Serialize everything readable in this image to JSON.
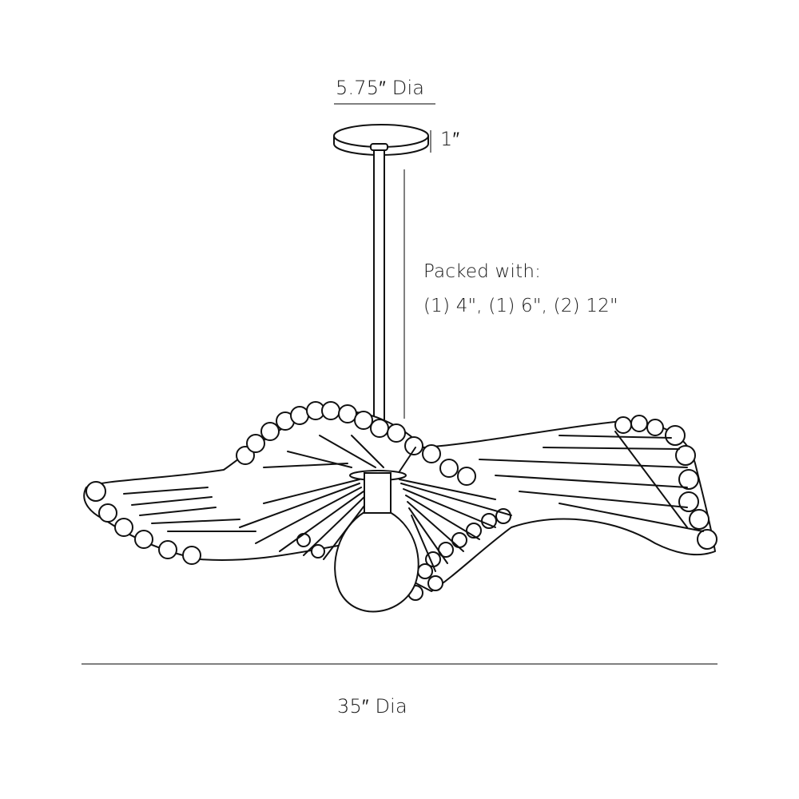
{
  "drawing": {
    "subject": "pendant light fixture dimension drawing",
    "line_color": "#111111",
    "dimension_line_color": "#808080",
    "background": "#ffffff"
  },
  "dimensions": {
    "canopy_diameter": "5.75″ Dia",
    "canopy_height": "1″",
    "overall_diameter": "35″ Dia"
  },
  "packing": {
    "title": "Packed with:",
    "contents": "(1) 4\", (1) 6\", (2) 12\"",
    "rods": [
      {
        "qty": 1,
        "length": "4\""
      },
      {
        "qty": 1,
        "length": "6\""
      },
      {
        "qty": 2,
        "length": "12\""
      }
    ]
  }
}
